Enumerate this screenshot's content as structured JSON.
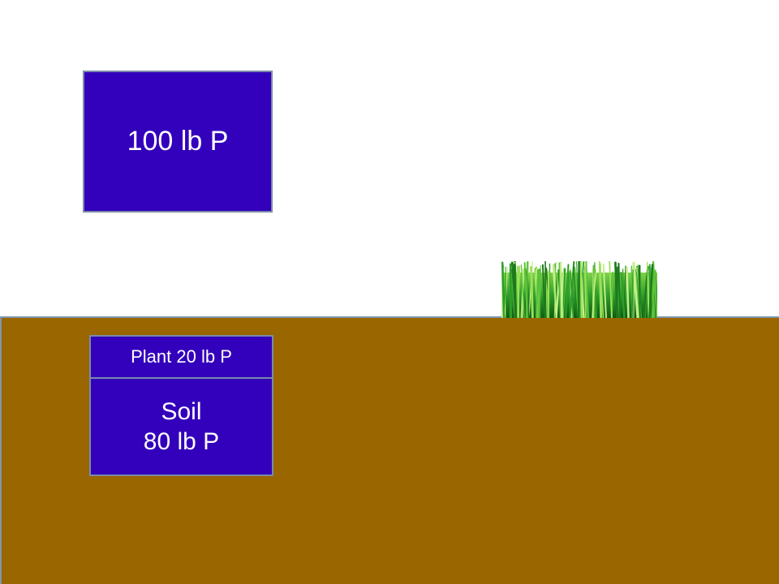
{
  "top_box": {
    "label": "100 lb P"
  },
  "plant_box": {
    "label": "Plant 20 lb P"
  },
  "soil_box": {
    "line1": "Soil",
    "line2": "80 lb P"
  },
  "colors": {
    "box_fill": "#3300bb",
    "soil": "#996600",
    "grass": "#2e9e2e"
  },
  "icons": {
    "grass": "grass-icon"
  }
}
